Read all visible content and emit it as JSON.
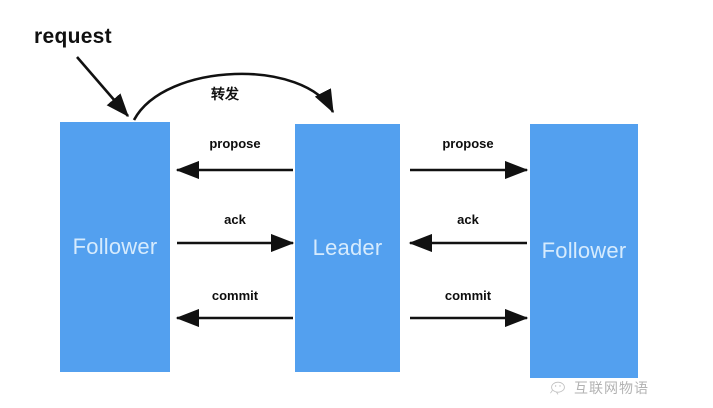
{
  "diagram": {
    "title_text": "request",
    "background_color": "#ffffff",
    "node_color": "#53a0ef",
    "node_text_color": "#d6ebfd",
    "arrow_color": "#111111",
    "nodes": [
      {
        "id": "follower-left",
        "label": "Follower"
      },
      {
        "id": "leader",
        "label": "Leader"
      },
      {
        "id": "follower-right",
        "label": "Follower"
      }
    ],
    "forward_arrow": {
      "label": "转发"
    },
    "left_edges": [
      {
        "id": "propose-left",
        "label": "propose",
        "direction": "right-to-left"
      },
      {
        "id": "ack-left",
        "label": "ack",
        "direction": "left-to-right"
      },
      {
        "id": "commit-left",
        "label": "commit",
        "direction": "right-to-left"
      }
    ],
    "right_edges": [
      {
        "id": "propose-right",
        "label": "propose",
        "direction": "left-to-right"
      },
      {
        "id": "ack-right",
        "label": "ack",
        "direction": "right-to-left"
      },
      {
        "id": "commit-right",
        "label": "commit",
        "direction": "left-to-right"
      }
    ]
  },
  "watermark": {
    "text": "互联网物语",
    "icon": "chat-bubble-icon"
  }
}
